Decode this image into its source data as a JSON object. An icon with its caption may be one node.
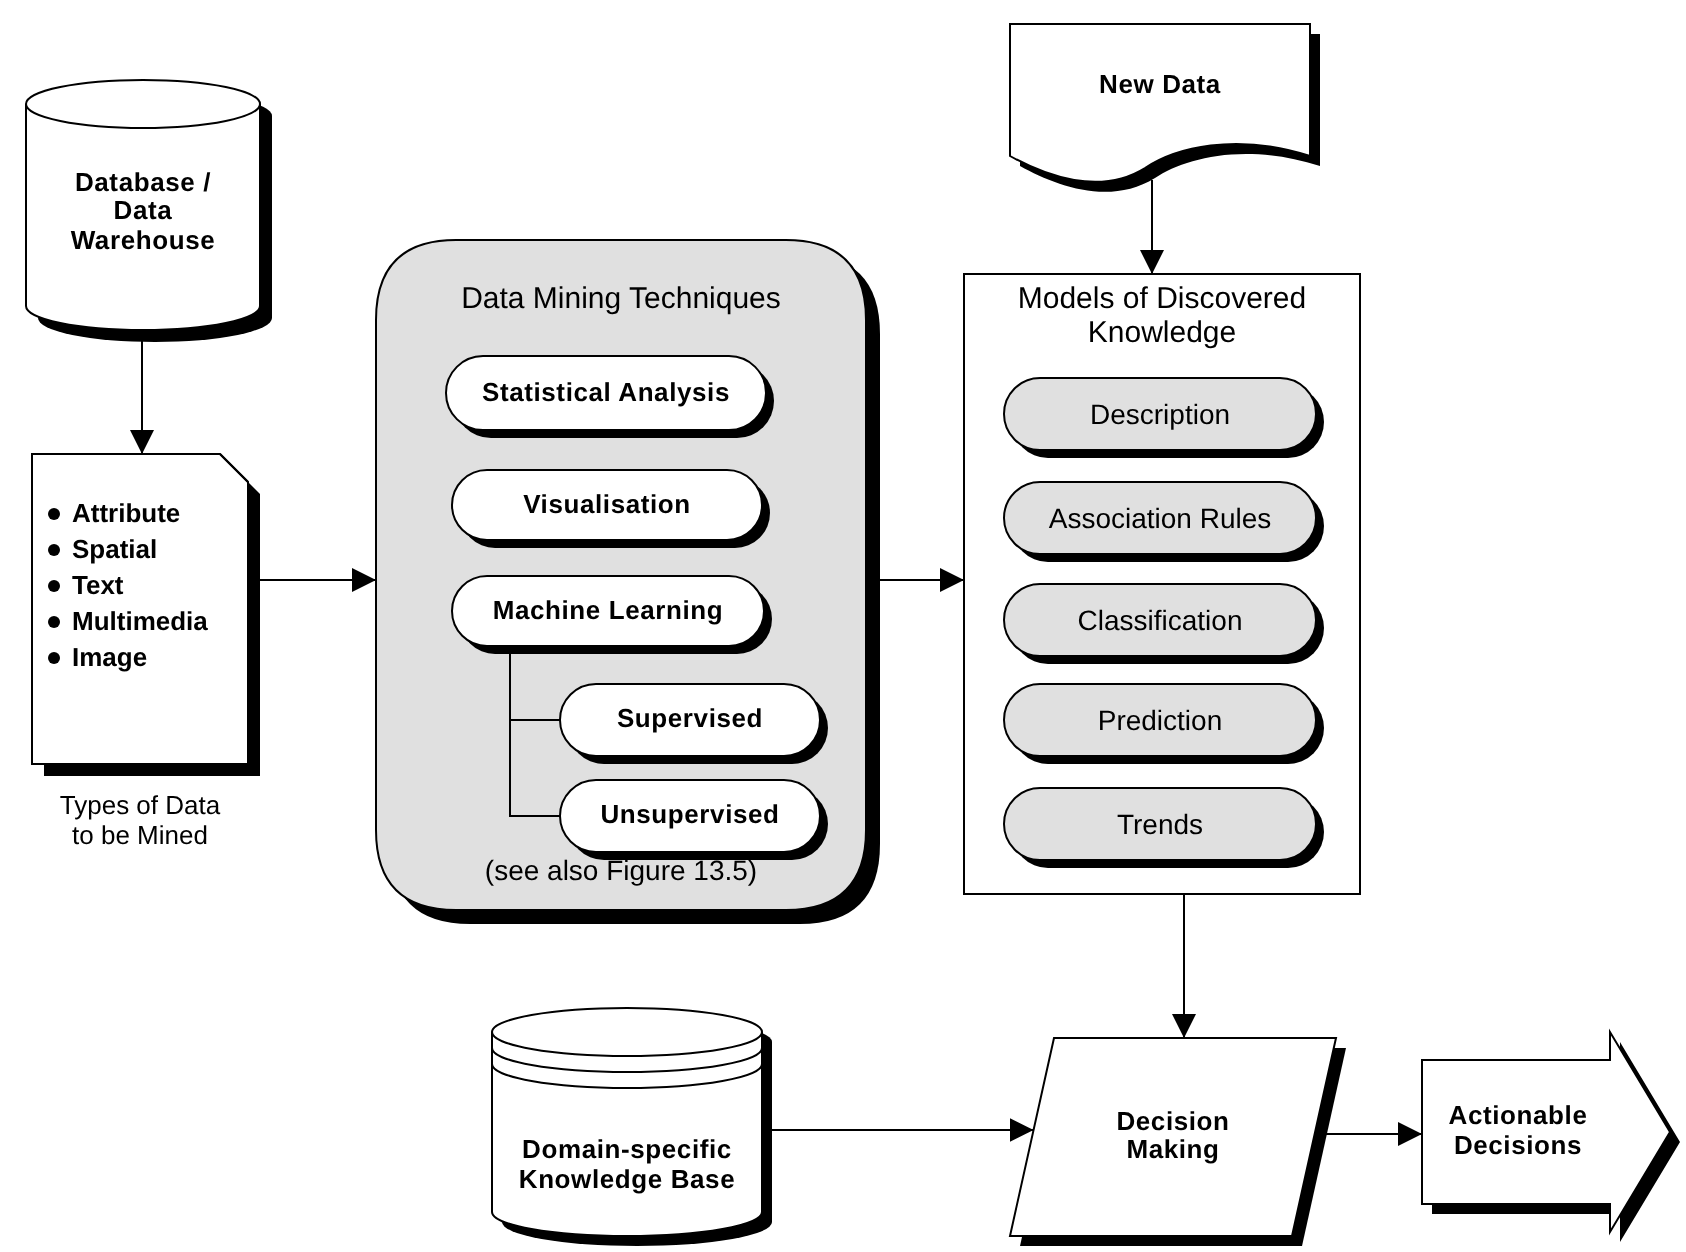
{
  "diagram": {
    "nodes": [
      {
        "text": [
          "Database / Data Warehouse"
        ]
      },
      {
        "text": [
          "Attribute",
          "Spatial",
          "Text",
          "Multimedia",
          "Image"
        ],
        "beside": [
          "Types of Data to be Mined"
        ]
      },
      {
        "text": [
          "Data Mining Techniques",
          "(see also Figure 13.5)"
        ]
      },
      {
        "text": [
          "Statistical Analysis"
        ],
        "in": 2
      },
      {
        "text": [
          "Visualisation"
        ],
        "in": 2
      },
      {
        "text": [
          "Machine Learning"
        ],
        "in": 2
      },
      {
        "text": [
          "Supervised"
        ],
        "in": 2
      },
      {
        "text": [
          "Unsupervised"
        ],
        "in": 2
      },
      {
        "text": [
          "New Data"
        ]
      },
      {
        "text": [
          "Models of Discovered Knowledge"
        ]
      },
      {
        "text": [
          "Description"
        ],
        "in": 9
      },
      {
        "text": [
          "Association Rules"
        ],
        "in": 9
      },
      {
        "text": [
          "Classification"
        ],
        "in": 9
      },
      {
        "text": [
          "Prediction"
        ],
        "in": 9
      },
      {
        "text": [
          "Trends"
        ],
        "in": 9
      },
      {
        "text": [
          "Domain-specific Knowledge Base"
        ]
      },
      {
        "text": [
          "Decision Making"
        ]
      },
      {
        "text": [
          "Actionable Decisions"
        ]
      }
    ],
    "edges": [
      {
        "from": 0,
        "to": 1,
        "arrow": "to"
      },
      {
        "from": 1,
        "to": 2,
        "arrow": "to"
      },
      {
        "from": 5,
        "to": 6,
        "arrow": "none"
      },
      {
        "from": 5,
        "to": 7,
        "arrow": "none"
      },
      {
        "from": 2,
        "to": 9,
        "arrow": "to"
      },
      {
        "from": 8,
        "to": 9,
        "arrow": "to"
      },
      {
        "from": 9,
        "to": 16,
        "arrow": "to"
      },
      {
        "from": 15,
        "to": 16,
        "arrow": "to"
      },
      {
        "from": 16,
        "to": 17,
        "arrow": "to"
      }
    ]
  }
}
